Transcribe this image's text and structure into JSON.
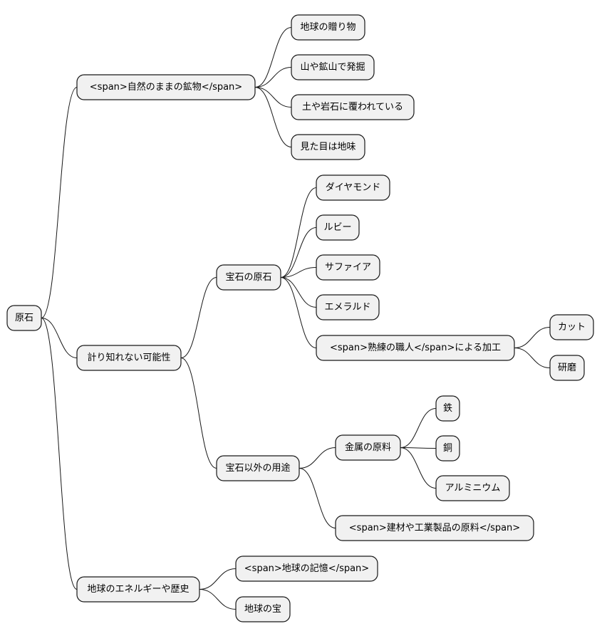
{
  "mindmap": {
    "root": {
      "id": "n0",
      "label": "原石",
      "children": [
        {
          "id": "n1",
          "label": "<span>自然のままの鉱物</span>",
          "children": [
            {
              "id": "n1a",
              "label": "地球の贈り物",
              "children": []
            },
            {
              "id": "n1b",
              "label": "山や鉱山で発掘",
              "children": []
            },
            {
              "id": "n1c",
              "label": "土や岩石に覆われている",
              "children": []
            },
            {
              "id": "n1d",
              "label": "見た目は地味",
              "children": []
            }
          ]
        },
        {
          "id": "n2",
          "label": "計り知れない可能性",
          "children": [
            {
              "id": "n2a",
              "label": "宝石の原石",
              "children": [
                {
                  "id": "n2a1",
                  "label": "ダイヤモンド",
                  "children": []
                },
                {
                  "id": "n2a2",
                  "label": "ルビー",
                  "children": []
                },
                {
                  "id": "n2a3",
                  "label": "サファイア",
                  "children": []
                },
                {
                  "id": "n2a4",
                  "label": "エメラルド",
                  "children": []
                },
                {
                  "id": "n2a5",
                  "label": "<span>熟練の職人</span>による加工",
                  "children": [
                    {
                      "id": "n2a5a",
                      "label": "カット",
                      "children": []
                    },
                    {
                      "id": "n2a5b",
                      "label": "研磨",
                      "children": []
                    }
                  ]
                }
              ]
            },
            {
              "id": "n2b",
              "label": "宝石以外の用途",
              "children": [
                {
                  "id": "n2b1",
                  "label": "金属の原料",
                  "children": [
                    {
                      "id": "n2b1a",
                      "label": "鉄",
                      "children": []
                    },
                    {
                      "id": "n2b1b",
                      "label": "銅",
                      "children": []
                    },
                    {
                      "id": "n2b1c",
                      "label": "アルミニウム",
                      "children": []
                    }
                  ]
                },
                {
                  "id": "n2b2",
                  "label": "<span>建材や工業製品の原料</span>",
                  "children": []
                }
              ]
            }
          ]
        },
        {
          "id": "n3",
          "label": "地球のエネルギーや歴史",
          "children": [
            {
              "id": "n3a",
              "label": "<span>地球の記憶</span>",
              "children": []
            },
            {
              "id": "n3b",
              "label": "地球の宝",
              "children": []
            }
          ]
        }
      ]
    }
  }
}
